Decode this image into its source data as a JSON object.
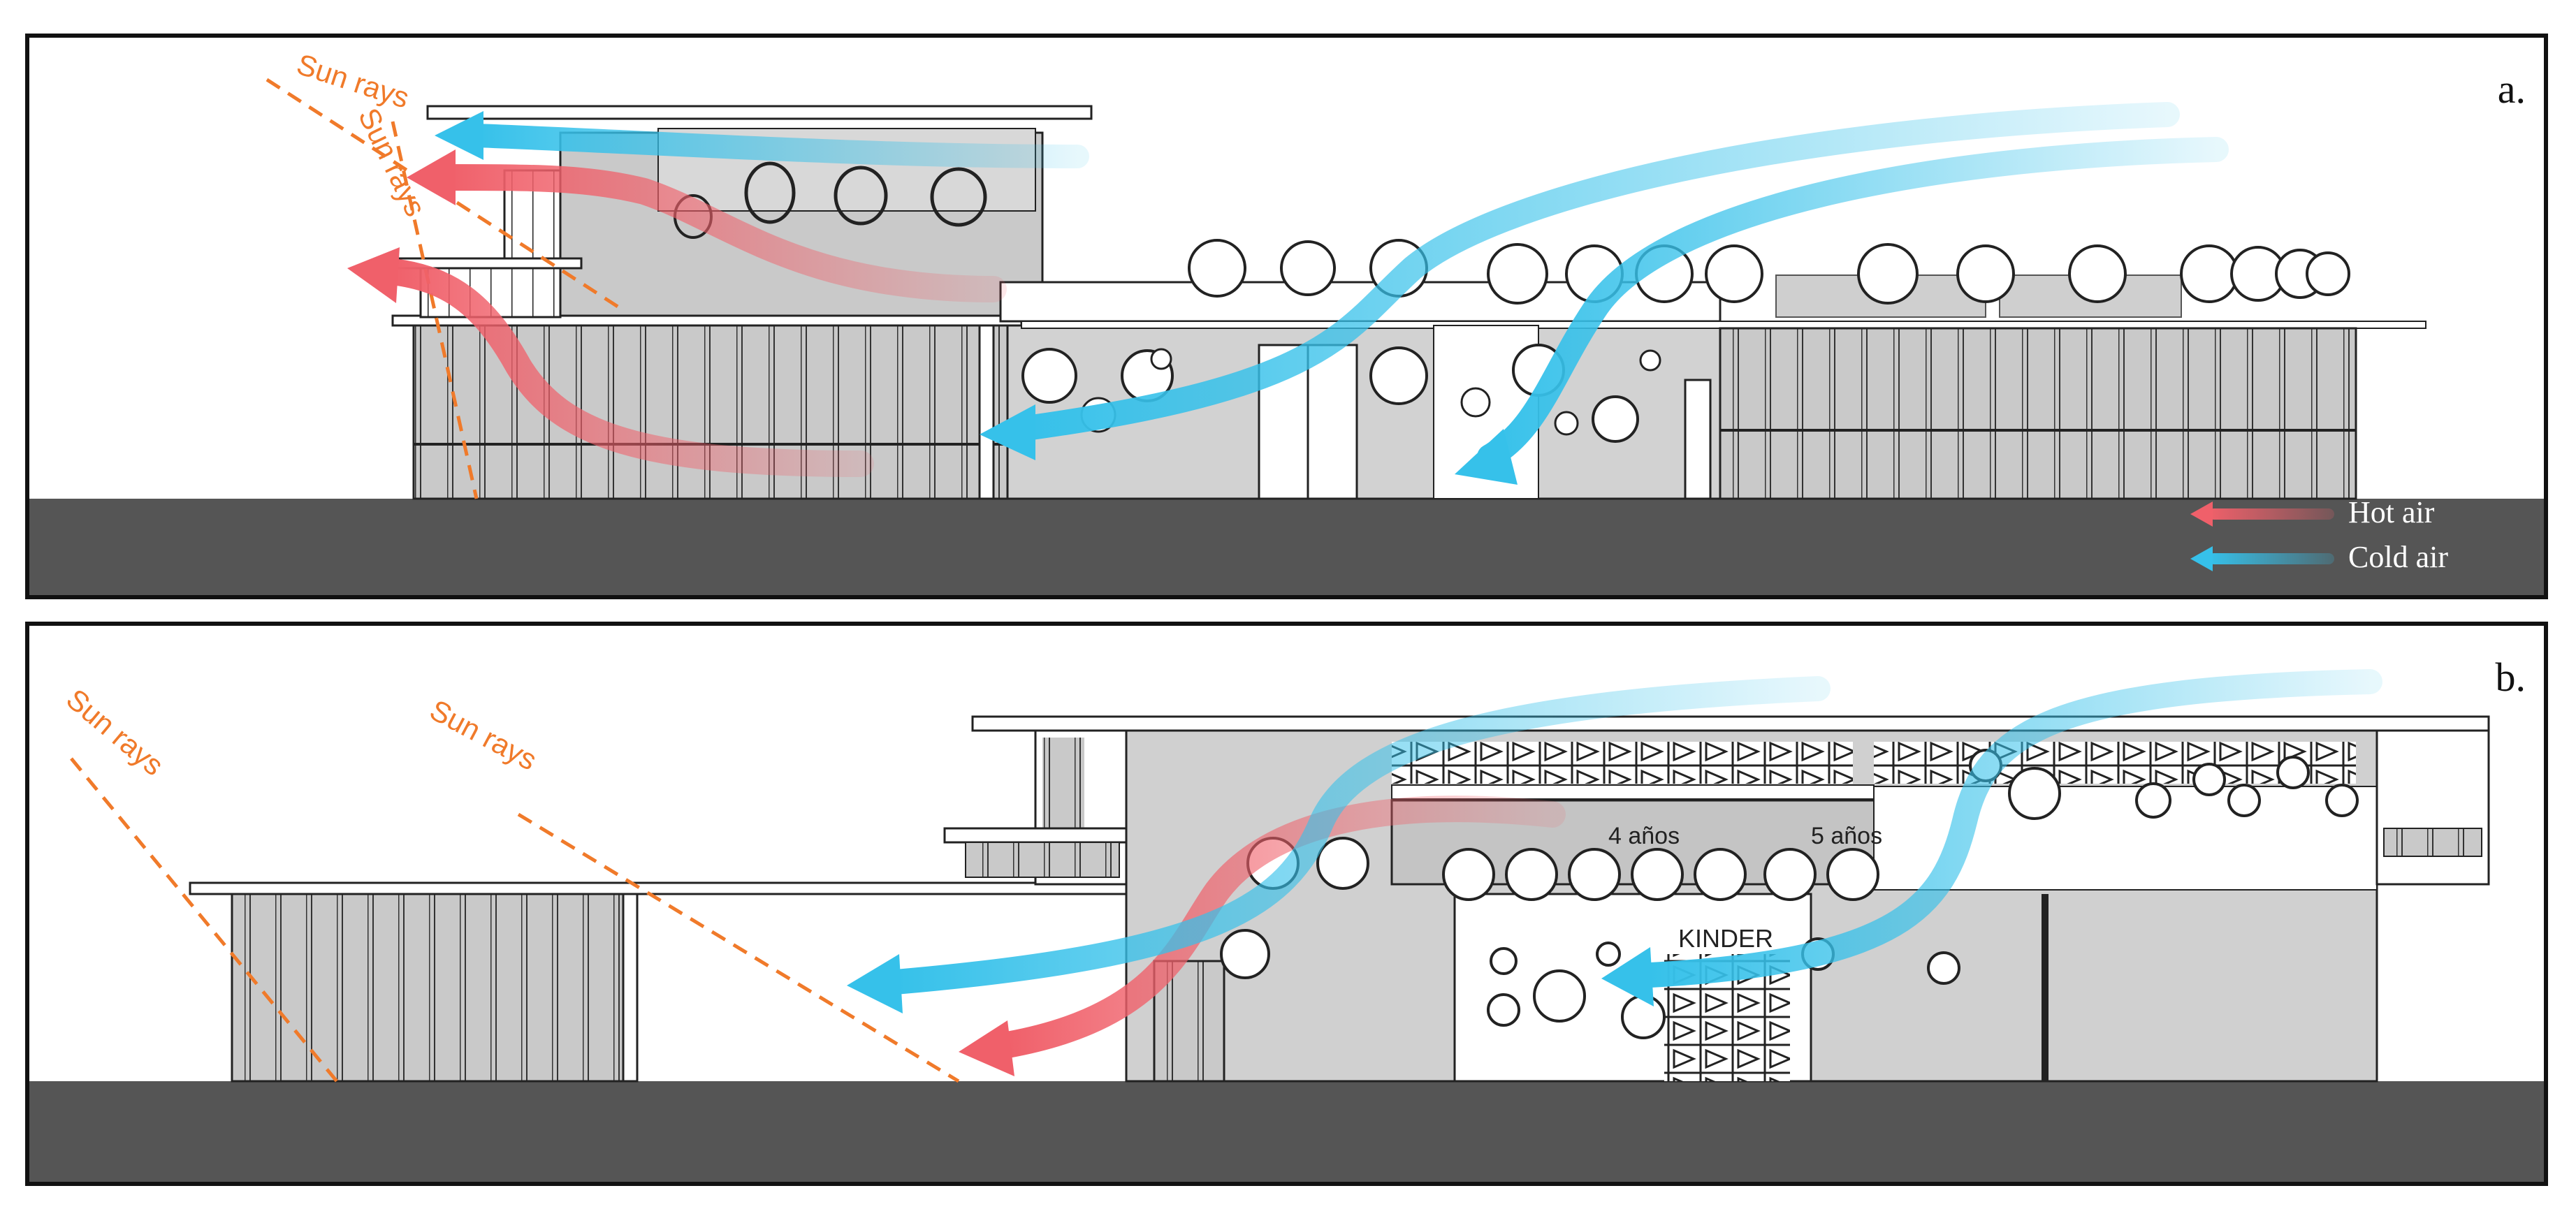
{
  "panel_a": {
    "label": "a.",
    "sun_rays_labels": [
      "Sun rays",
      "Sun rays"
    ],
    "legend": {
      "hot_air_label": "Hot air",
      "cold_air_label": "Cold air"
    }
  },
  "panel_b": {
    "label": "b.",
    "sun_rays_labels": [
      "Sun rays",
      "Sun rays"
    ],
    "room_labels": [
      "4 años",
      "5 años"
    ],
    "sign_label": "KINDER"
  },
  "colors": {
    "hot_air": "#f0606a",
    "cold_air": "#36c1ea",
    "sun_rays": "#f07a2a",
    "ground": "#555555",
    "shadow": "#bdbdbd"
  }
}
